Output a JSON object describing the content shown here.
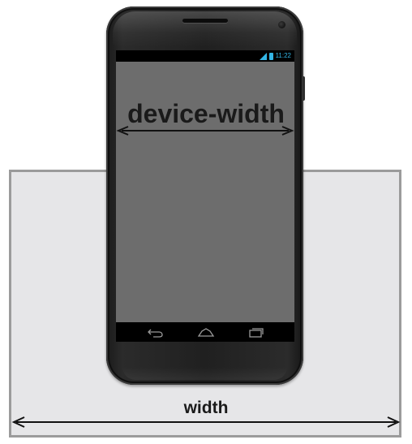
{
  "labels": {
    "device_width": "device-width",
    "width": "width"
  },
  "status_bar": {
    "time": "11:22",
    "icons": [
      "signal-icon",
      "battery-icon"
    ]
  },
  "nav_bar": {
    "icons": [
      "back-icon",
      "home-icon",
      "recent-apps-icon"
    ]
  },
  "colors": {
    "viewport_fill": "#e6e6e8",
    "viewport_border": "#9b9b9b",
    "screen_content": "#6d6d6d",
    "phone_body": "#202020",
    "arrow": "#111111",
    "status_accent": "#33b5e5"
  }
}
